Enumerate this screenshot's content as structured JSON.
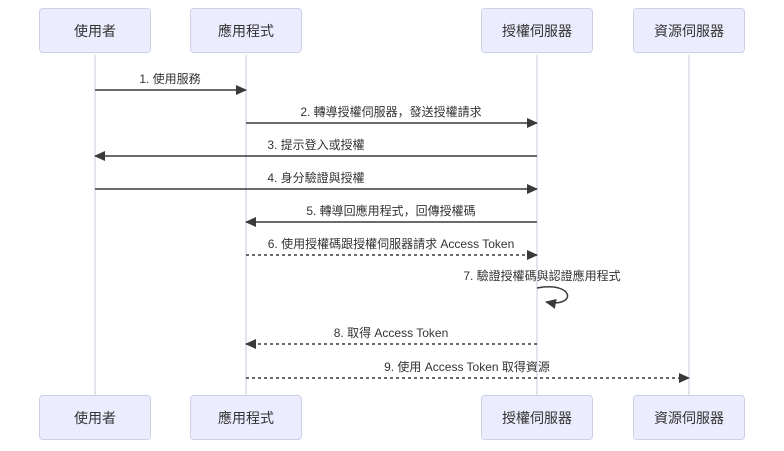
{
  "diagram": {
    "type": "sequence",
    "actors": [
      {
        "name": "使用者"
      },
      {
        "name": "應用程式"
      },
      {
        "name": "授權伺服器"
      },
      {
        "name": "資源伺服器"
      }
    ],
    "messages": [
      {
        "label": "1. 使用服務",
        "from": "使用者",
        "to": "應用程式",
        "style": "solid"
      },
      {
        "label": "2. 轉導授權伺服器，發送授權請求",
        "from": "應用程式",
        "to": "授權伺服器",
        "style": "solid"
      },
      {
        "label": "3. 提示登入或授權",
        "from": "授權伺服器",
        "to": "使用者",
        "style": "solid"
      },
      {
        "label": "4. 身分驗證與授權",
        "from": "使用者",
        "to": "授權伺服器",
        "style": "solid"
      },
      {
        "label": "5. 轉導回應用程式，回傳授權碼",
        "from": "授權伺服器",
        "to": "應用程式",
        "style": "solid"
      },
      {
        "label": "6. 使用授權碼跟授權伺服器請求 Access Token",
        "from": "應用程式",
        "to": "授權伺服器",
        "style": "dashed"
      },
      {
        "label": "7. 驗證授權碼與認證應用程式",
        "from": "授權伺服器",
        "to": "授權伺服器",
        "style": "self"
      },
      {
        "label": "8. 取得 Access Token",
        "from": "授權伺服器",
        "to": "應用程式",
        "style": "dashed"
      },
      {
        "label": "9. 使用 Access Token 取得資源",
        "from": "應用程式",
        "to": "資源伺服器",
        "style": "dashed"
      }
    ],
    "colors": {
      "background": "#FFFFFF",
      "actor_fill": "#ECECFF",
      "actor_border": "#CFCFE8",
      "lifeline": "#C8C8DC",
      "arrow": "#3A3A3A",
      "text": "#333333"
    }
  }
}
